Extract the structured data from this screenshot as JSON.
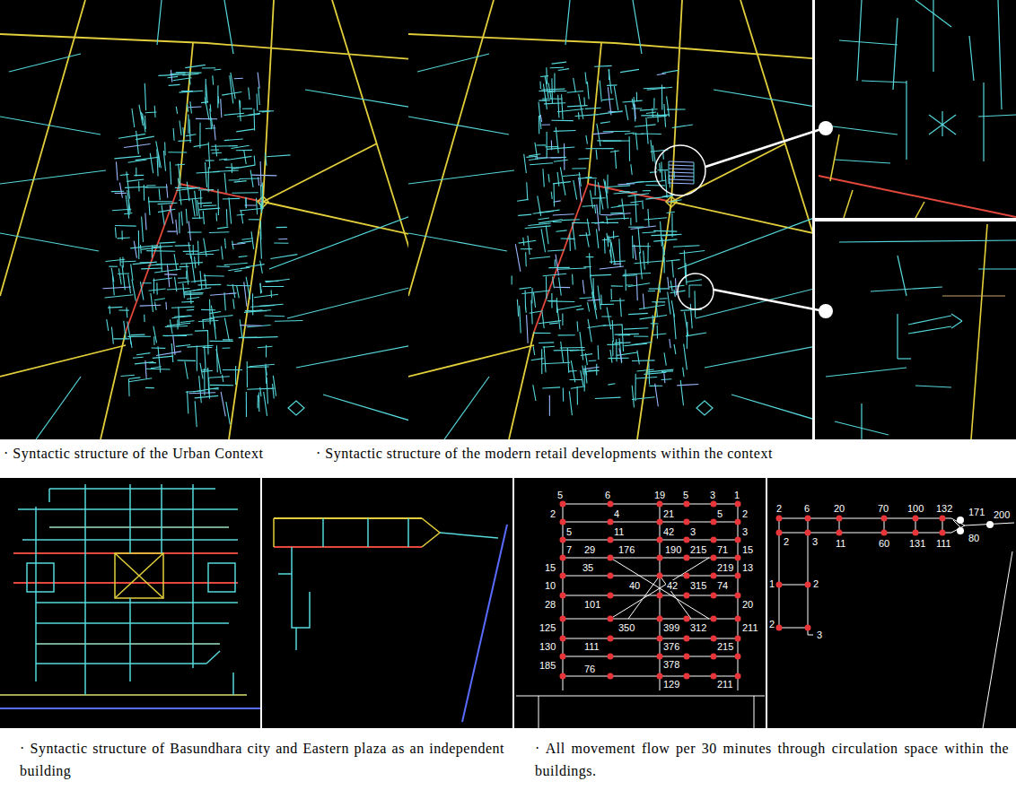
{
  "diagram": {
    "labels": [
      "· Syntactic structure of the Urban Context",
      "· Syntactic structure of the modern retail developments within the context",
      "5",
      "6",
      "19",
      "5",
      "3",
      "1",
      "2",
      "4",
      "21",
      "5",
      "2",
      "5",
      "11",
      "42",
      "3",
      "3",
      "7",
      "29",
      "176",
      "190",
      "215",
      "71",
      "15",
      "15",
      "35",
      "40",
      "42",
      "315",
      "219",
      "13",
      "74",
      "10",
      "28",
      "101",
      "350",
      "399",
      "312",
      "20",
      "125",
      "111",
      "376",
      "211",
      "130",
      "378",
      "215",
      "185",
      "76",
      "129",
      "211",
      "2",
      "6",
      "20",
      "70",
      "100",
      "132",
      "171",
      "200",
      "80",
      "2",
      "3",
      "11",
      "60",
      "131",
      "111",
      "1",
      "2",
      "2",
      "3",
      "· Syntactic structure of Basundhara city and Eastern plaza as an independent building",
      "· All movement flow per 30 minutes through circulation space within the buildings."
    ]
  }
}
